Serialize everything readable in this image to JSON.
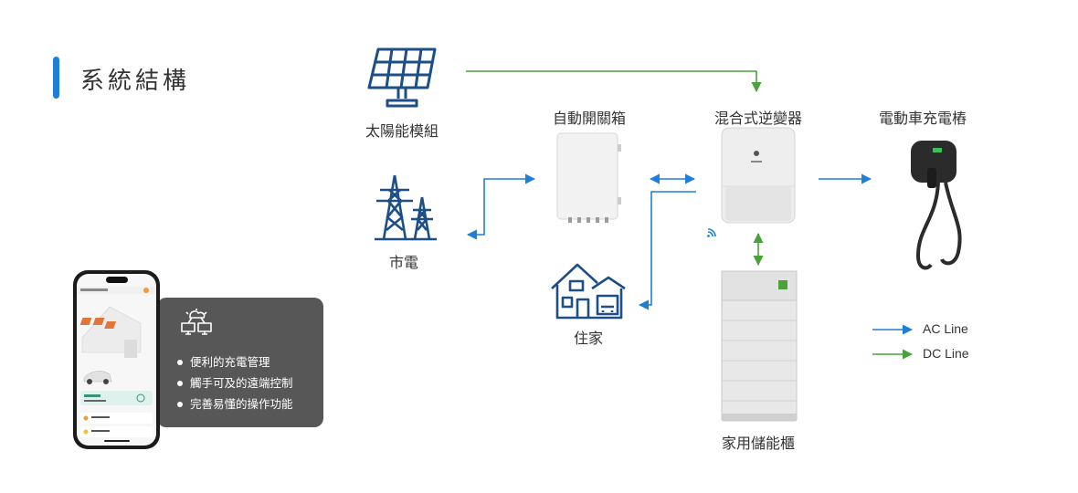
{
  "title": "系統結構",
  "nodes": {
    "solar": "太陽能模組",
    "grid": "市電",
    "switchbox": "自動開關箱",
    "inverter": "混合式逆變器",
    "charger": "電動車充電樁",
    "home": "住家",
    "storage": "家用儲能櫃"
  },
  "legend": [
    {
      "label": "AC Line",
      "color": "#1f7fd6"
    },
    {
      "label": "DC Line",
      "color": "#4aa33a"
    }
  ],
  "features": [
    "便利的充電管理",
    "觸手可及的遠端控制",
    "完善易懂的操作功能"
  ],
  "icon_color": "#1d4f86"
}
